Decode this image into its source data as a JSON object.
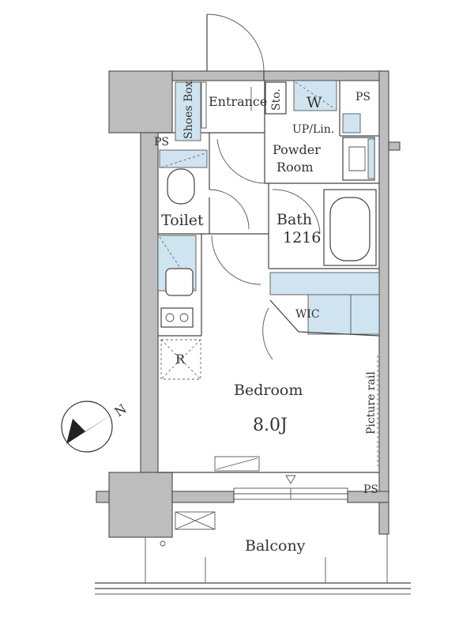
{
  "labels": {
    "entrance": "Entrance",
    "shoes_box": "Shoes Box",
    "storage": "Sto.",
    "washer": "W",
    "ps_top": "PS",
    "ps_left": "PS",
    "ps_bottom": "PS",
    "up_lin": "UP/Lin.",
    "powder_1": "Powder",
    "powder_2": "Room",
    "toilet": "Toilet",
    "bath": "Bath",
    "bath_size": "1216",
    "wic": "WIC",
    "refrigerator": "R",
    "bedroom": "Bedroom",
    "bedroom_size": "8.0J",
    "picture_rail": "Picture rail",
    "balcony": "Balcony",
    "compass_n": "N"
  },
  "colors": {
    "wall": "#bdbdbd",
    "fixture": "#cfe4f0",
    "line": "#444444"
  }
}
